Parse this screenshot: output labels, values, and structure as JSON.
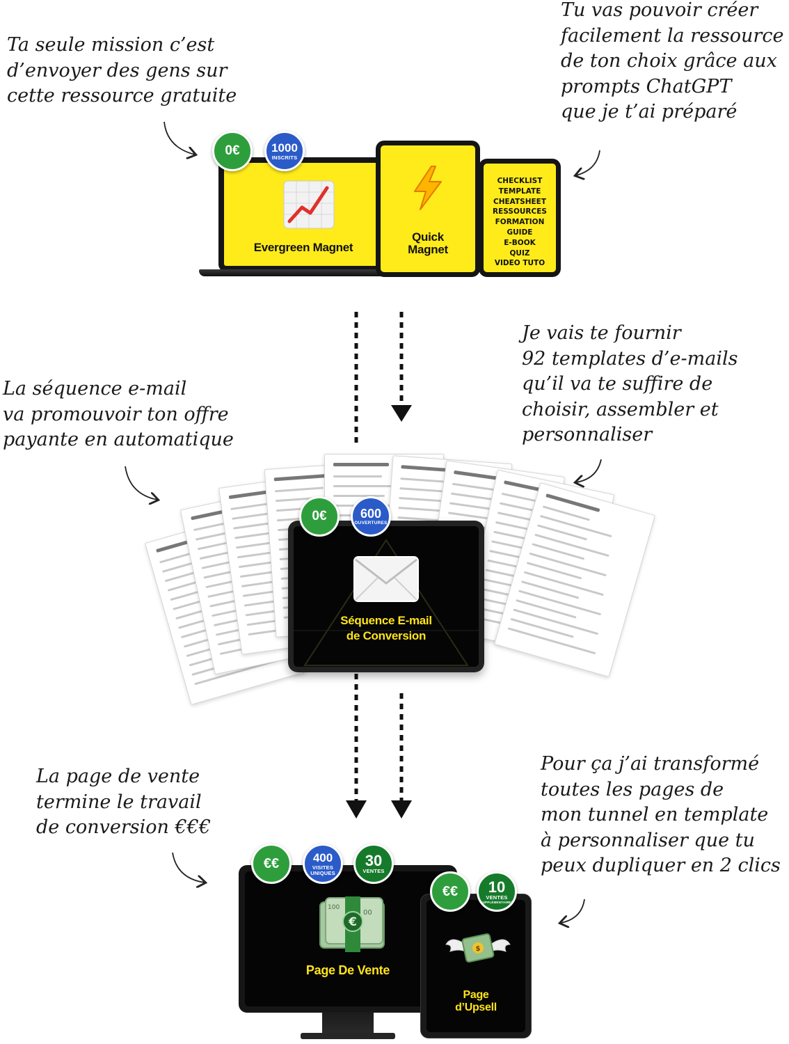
{
  "notes": {
    "top_left": "Ta seule mission c’est\nd’envoyer des gens sur\ncette ressource gratuite",
    "top_right": "Tu vas pouvoir créer\nfacilement la ressource\nde ton choix grâce aux\nprompts ChatGPT\nque je t’ai préparé",
    "mid_left": "La séquence e-mail\nva promouvoir ton offre\npayante en automatique",
    "mid_right": "Je vais te fournir\n92 templates d’e-mails\nqu’il va te suffire de\nchoisir, assembler et\npersonnaliser",
    "bottom_left": "La page de vente\ntermine le travail\nde conversion €€€",
    "bottom_right": "Pour ça j’ai transformé\ntoutes les pages de\nmon tunnel en template\nà personnaliser que tu\npeux dupliquer en 2 clics"
  },
  "stage1": {
    "badge_price": "0€",
    "badge_count": "1000",
    "badge_count_label": "INSCRITS",
    "laptop_title": "Evergreen Magnet",
    "tablet_title_1": "Quick",
    "tablet_title_2": "Magnet",
    "resources": [
      "CHECKLIST",
      "TEMPLATE",
      "CHEATSHEET",
      "RESSOURCES",
      "FORMATION",
      "GUIDE",
      "E-BOOK",
      "QUIZ",
      "VIDEO TUTO"
    ],
    "icon_chart": "chart-increasing-icon",
    "icon_bolt": "lightning-bolt-icon"
  },
  "stage2": {
    "badge_price": "0€",
    "badge_count": "600",
    "badge_count_label": "OUVERTURES",
    "title_1": "Séquence E-mail",
    "title_2": "de Conversion",
    "icon": "envelope-icon"
  },
  "stage3": {
    "badge_price": "€€",
    "badge_visits": "400",
    "badge_visits_label_1": "VISITES",
    "badge_visits_label_2": "UNIQUES",
    "badge_sales": "30",
    "badge_sales_label": "VENTES",
    "monitor_title": "Page De Vente",
    "icon_money": "euro-banknotes-icon",
    "upsell_badge_price": "€€",
    "upsell_badge_sales": "10",
    "upsell_badge_sales_label": "VENTES",
    "upsell_badge_sales_sub": "SUPPLÉMENTAIRES",
    "upsell_title_1": "Page",
    "upsell_title_2": "d’Upsell",
    "icon_flying_money": "money-with-wings-icon"
  },
  "colors": {
    "yellow": "#ffeb1a",
    "title_yellow": "#ffe41a",
    "badge_green": "#2e9e3c",
    "badge_blue": "#2a5bc8",
    "badge_dark_green": "#167a2b",
    "device_black": "#151515"
  }
}
